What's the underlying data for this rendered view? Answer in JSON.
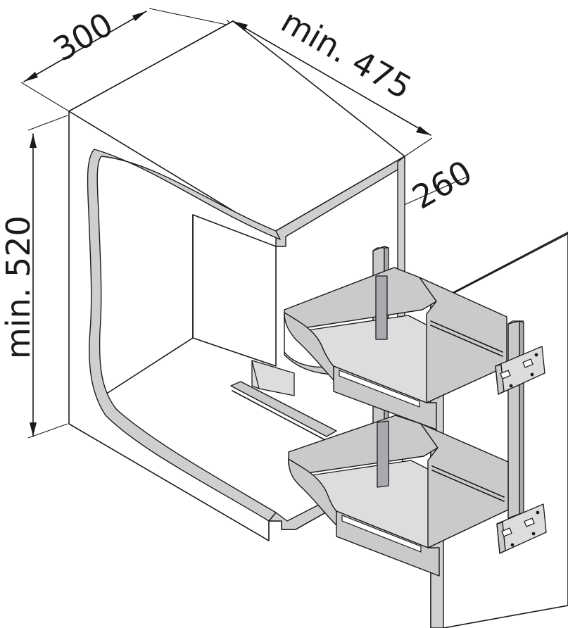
{
  "dimensions": {
    "width": "300",
    "depth": "min. 475",
    "inner_width": "260",
    "height": "min. 520"
  },
  "colors": {
    "line": "#1a1a1a",
    "metal": "#c9cacc",
    "edge": "#cfcfcf",
    "background": "#ffffff"
  }
}
